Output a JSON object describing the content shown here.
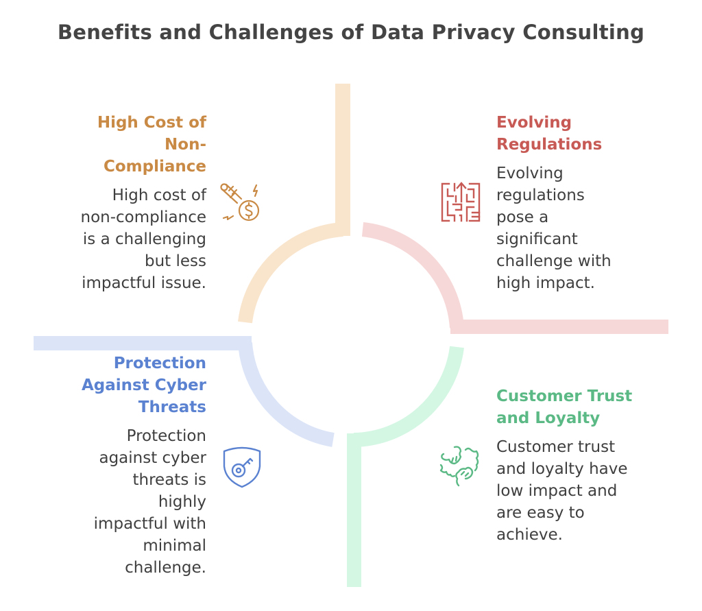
{
  "title": "Benefits and Challenges of Data Privacy Consulting",
  "colors": {
    "orange": "#c98a45",
    "orange_light": "#f9e4cc",
    "red": "#c75a55",
    "red_light": "#f7d8d8",
    "blue": "#5a82d0",
    "blue_light": "#dce5f8",
    "green": "#5bb985",
    "green_light": "#d4f7e4",
    "text": "#3f3f3f"
  },
  "quadrants": {
    "top_left": {
      "heading": "High Cost of Non-Compliance",
      "heading_lines": [
        "High Cost of",
        "Non-",
        "Compliance"
      ],
      "description": "High cost of non-compliance is a challenging but less impactful issue.",
      "desc_lines": [
        "High cost of",
        "non-compliance",
        "is a challenging",
        "but less",
        "impactful issue."
      ],
      "icon": "thermometer-dollar-icon"
    },
    "top_right": {
      "heading": "Evolving Regulations",
      "heading_lines": [
        "Evolving",
        "Regulations"
      ],
      "description": "Evolving regulations pose a significant challenge with high impact.",
      "desc_lines": [
        "Evolving",
        "regulations",
        "pose a",
        "significant",
        "challenge with",
        "high impact."
      ],
      "icon": "maze-icon"
    },
    "bottom_left": {
      "heading": "Protection Against Cyber Threats",
      "heading_lines": [
        "Protection",
        "Against Cyber",
        "Threats"
      ],
      "description": "Protection against cyber threats is highly impactful with minimal challenge.",
      "desc_lines": [
        "Protection",
        "against cyber",
        "threats is",
        "highly",
        "impactful with",
        "minimal",
        "challenge."
      ],
      "icon": "shield-key-icon"
    },
    "bottom_right": {
      "heading": "Customer Trust and Loyalty",
      "heading_lines": [
        "Customer Trust",
        "and Loyalty"
      ],
      "description": "Customer trust and loyalty have low impact and are easy to achieve.",
      "desc_lines": [
        "Customer trust",
        "and loyalty have",
        "low impact and",
        "are easy to",
        "achieve."
      ],
      "icon": "handshake-icon"
    }
  }
}
